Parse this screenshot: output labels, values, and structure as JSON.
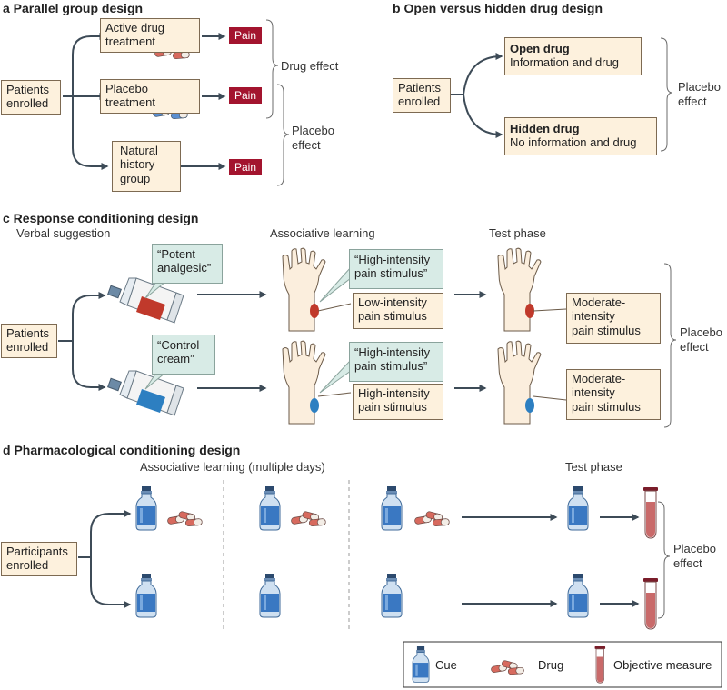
{
  "panel_a": {
    "heading": "a  Parallel group design",
    "patients": [
      "Patients",
      "enrolled"
    ],
    "active": [
      "Active drug",
      "treatment"
    ],
    "placebo": [
      "Placebo",
      "treatment"
    ],
    "natural": [
      "Natural",
      "history",
      "group"
    ],
    "pain": "Pain",
    "drug_effect": "Drug effect",
    "placebo_effect": [
      "Placebo",
      "effect"
    ]
  },
  "panel_b": {
    "heading": "b  Open versus hidden drug design",
    "patients": [
      "Patients",
      "enrolled"
    ],
    "open_title": "Open drug",
    "open_sub": "Information and drug",
    "hidden_title": "Hidden drug",
    "hidden_sub": "No information and drug",
    "placebo_effect": [
      "Placebo",
      "effect"
    ]
  },
  "panel_c": {
    "heading": "c  Response conditioning design",
    "verbal": "Verbal suggestion",
    "assoc": "Associative learning",
    "test": "Test phase",
    "patients": [
      "Patients",
      "enrolled"
    ],
    "bubble_potent": [
      "“Potent",
      "analgesic”"
    ],
    "bubble_control": [
      "“Control",
      "cream”"
    ],
    "bubble_high1": [
      "“High-intensity",
      "pain stimulus”"
    ],
    "bubble_high2": [
      "“High-intensity",
      "pain stimulus”"
    ],
    "low_stim": [
      "Low-intensity",
      "pain stimulus"
    ],
    "high_stim": [
      "High-intensity",
      "pain stimulus"
    ],
    "moderate1": [
      "Moderate-",
      "intensity",
      "pain stimulus"
    ],
    "moderate2": [
      "Moderate-",
      "intensity",
      "pain stimulus"
    ],
    "placebo_effect": [
      "Placebo",
      "effect"
    ]
  },
  "panel_d": {
    "heading": "d  Pharmacological conditioning design",
    "assoc": "Associative learning (multiple days)",
    "test": "Test phase",
    "participants": [
      "Participants",
      "enrolled"
    ],
    "placebo_effect": [
      "Placebo",
      "effect"
    ]
  },
  "legend": {
    "cue": "Cue",
    "drug": "Drug",
    "measure": "Objective measure"
  },
  "colors": {
    "box_fill": "#fdf1dd",
    "pain_red": "#a3142e",
    "bubble_fill": "#d8ebe6",
    "arrow": "#3d4b57",
    "cue_blue": "#3a78c2",
    "red_patch": "#c0392b",
    "blue_patch": "#2d7fc1"
  }
}
